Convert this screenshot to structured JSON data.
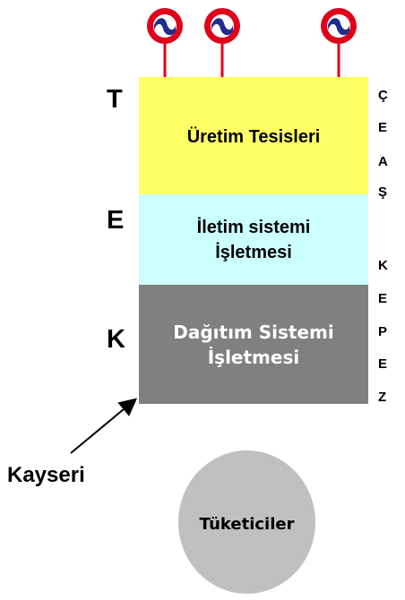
{
  "generators": [
    {
      "name": "generator-icon-1"
    },
    {
      "name": "generator-icon-2"
    },
    {
      "name": "generator-icon-3"
    }
  ],
  "blocks": {
    "generation": {
      "line1": "Üretim Tesisleri",
      "color": "#ffff66"
    },
    "transmission": {
      "line1": "İletim sistemi",
      "line2": "İşletmesi",
      "color": "#ccffff"
    },
    "distribution": {
      "line1": "Dağıtım Sistemi",
      "line2": "İşletmesi",
      "color": "#808080"
    }
  },
  "left_letters": [
    "T",
    "E",
    "K"
  ],
  "side_letters": [
    "Ç",
    "E",
    "A",
    "Ş",
    "K",
    "E",
    "P",
    "E",
    "Z"
  ],
  "kayseri_label": "Kayseri",
  "consumers_label": "Tüketiciler",
  "colors": {
    "generator_ring": "#e0001a",
    "generator_core": "#1f2d8c",
    "pole": "#e0001a"
  }
}
